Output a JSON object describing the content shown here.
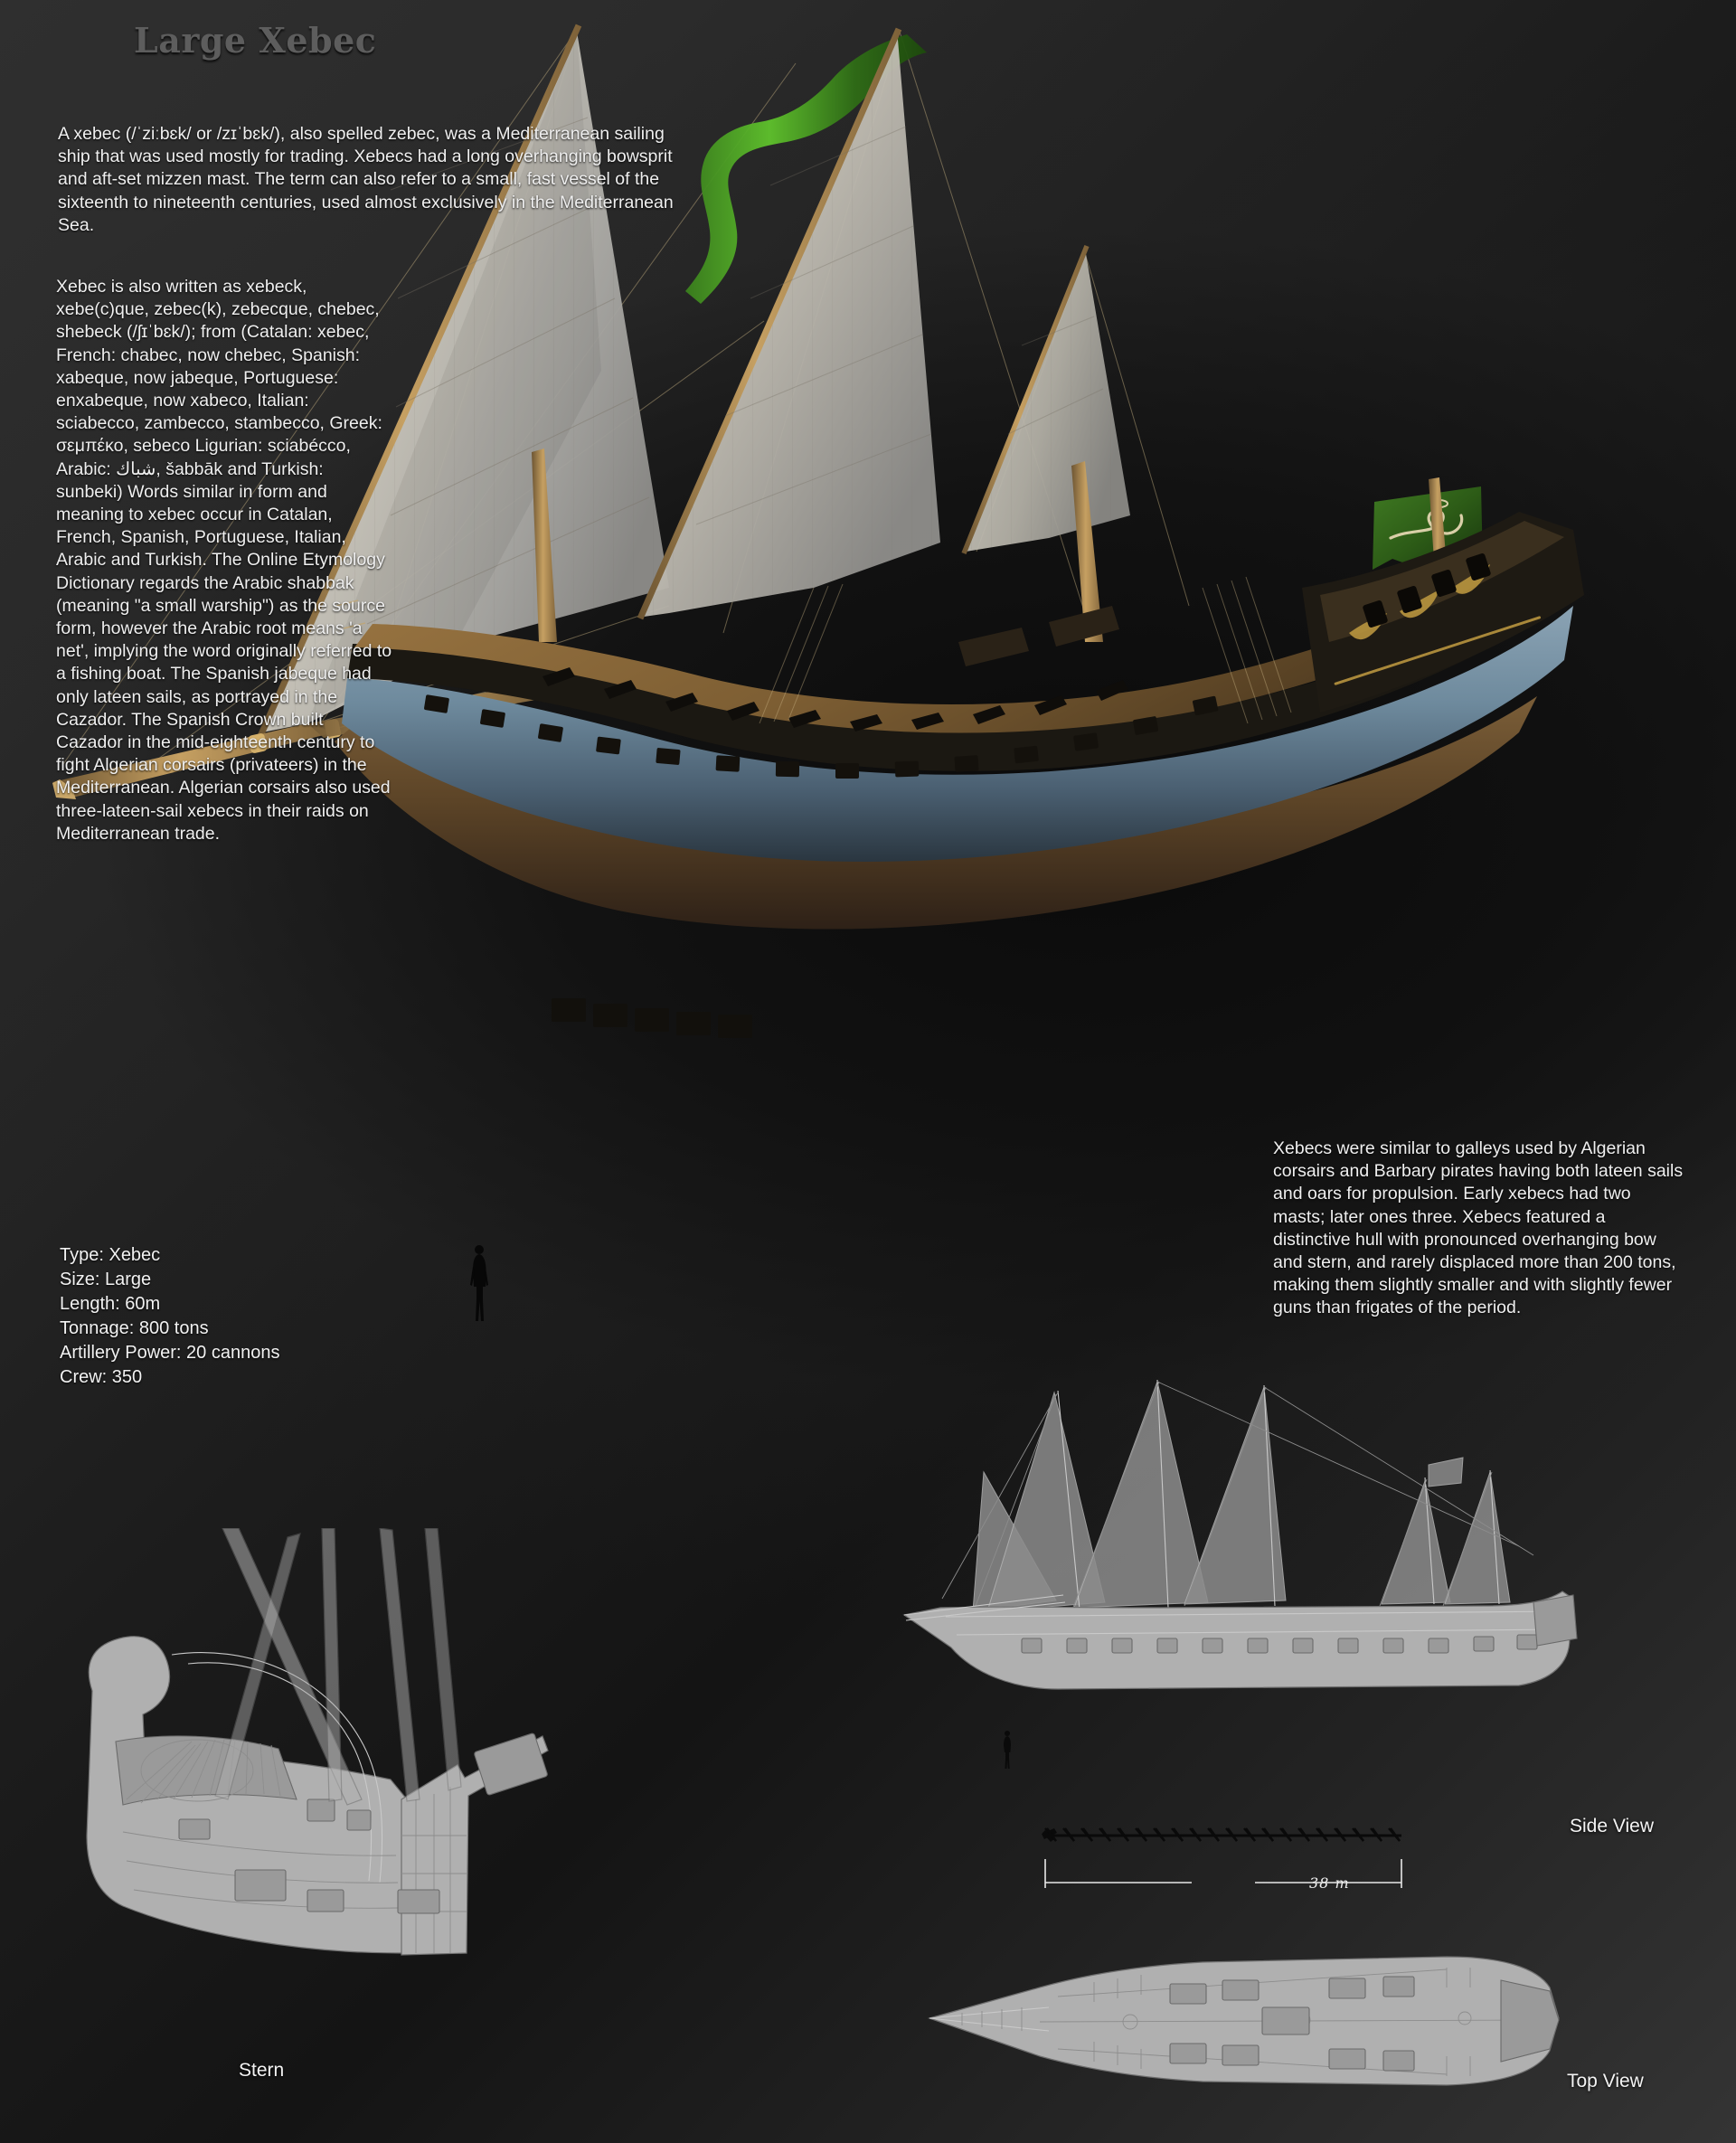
{
  "page": {
    "title": "Large Xebec",
    "background_color": "#1f1f1f",
    "accent_text_color": "#efefef",
    "title_color": "#5d5d5d"
  },
  "intro": {
    "paragraph": "A xebec (/ˈziːbɛk/ or /zɪˈbɛk/), also spelled zebec, was a Mediterranean sailing ship that was used mostly for trading. Xebecs had a long overhanging bowsprit and aft-set mizzen mast. The term can also refer to a small, fast vessel of the sixteenth to nineteenth centuries, used almost exclusively in the Mediterranean Sea."
  },
  "etymology": {
    "paragraph": "Xebec is also written as xebeck, xebe(c)que, zebec(k), zebecque, chebec, shebeck (/ʃɪˈbɛk/); from (Catalan: xebec, French: chabec, now chebec, Spanish: xabeque, now jabeque, Portuguese: enxabeque, now xabeco, Italian: sciabecco, zambecco, stambecco, Greek: σεμπέκο, sebeco Ligurian: sciabécco, Arabic: شباك, šabbāk and Turkish: sunbeki) Words similar in form and meaning to xebec occur in Catalan, French, Spanish, Portuguese, Italian, Arabic and Turkish. The Online Etymology Dictionary regards the Arabic shabbak (meaning \"a small warship\") as the source form, however the Arabic root means 'a net', implying the word originally referred to a fishing boat. The Spanish jabeque had only lateen sails, as portrayed in the Cazador. The Spanish Crown built Cazador in the mid-eighteenth century to fight Algerian corsairs (privateers) in the Mediterranean. Algerian corsairs also used three-lateen-sail xebecs in their raids on Mediterranean trade."
  },
  "galley_note": {
    "paragraph": "Xebecs were similar to galleys used by Algerian corsairs and Barbary pirates having both lateen sails and oars for propulsion. Early xebecs had two masts; later ones three. Xebecs featured a distinctive hull with pronounced overhanging bow and stern, and rarely displaced more than 200 tons, making them slightly smaller and with slightly fewer guns than frigates of the period."
  },
  "specs": {
    "rows": [
      {
        "label": "Type",
        "value": "Xebec",
        "line": "Type: Xebec"
      },
      {
        "label": "Size",
        "value": "Large",
        "line": "Size: Large"
      },
      {
        "label": "Length",
        "value": "60m",
        "line": "Length: 60m"
      },
      {
        "label": "Tonnage",
        "value": "800 tons",
        "line": "Tonnage: 800 tons"
      },
      {
        "label": "Artillery Power",
        "value": "20 cannons",
        "line": "Artillery Power: 20 cannons"
      },
      {
        "label": "Crew",
        "value": "350",
        "line": "Crew: 350"
      }
    ]
  },
  "blueprints": {
    "stern_label": "Stern",
    "side_label": "Side View",
    "top_label": "Top View",
    "scale_value": "38 m"
  },
  "icons": {
    "human_scale": "human-silhouette-icon",
    "flag": "green-flag-icon",
    "pennant": "green-pennant-icon"
  }
}
